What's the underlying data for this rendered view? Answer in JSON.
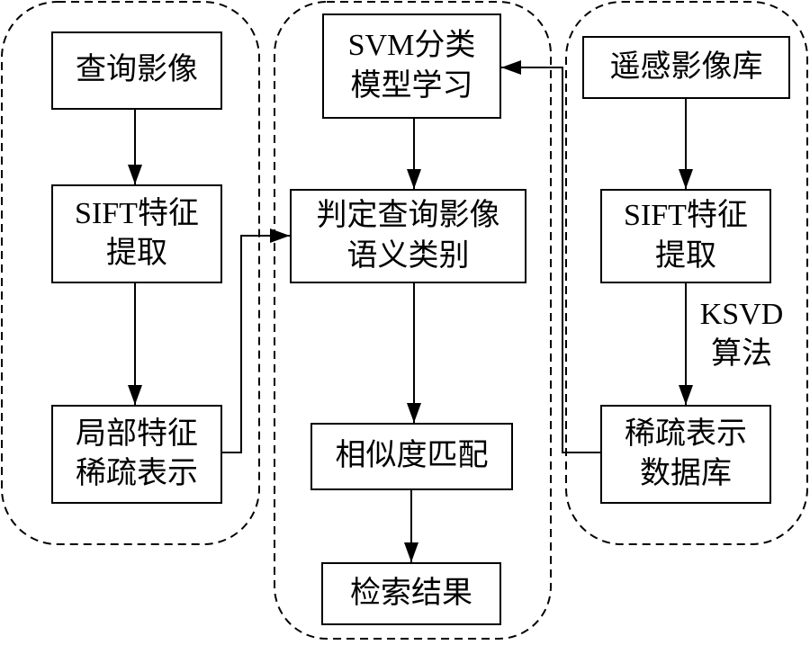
{
  "diagram": {
    "colors": {
      "stroke": "#000000",
      "background": "#ffffff"
    },
    "left": {
      "query_image": "查询影像",
      "sift_l1": "SIFT特征",
      "sift_l2": "提取",
      "local_l1": "局部特征",
      "local_l2": "稀疏表示"
    },
    "middle": {
      "svm_l1": "SVM分类",
      "svm_l2": "模型学习",
      "judge_l1": "判定查询影像",
      "judge_l2": "语义类别",
      "match": "相似度匹配",
      "result": "检索结果"
    },
    "right": {
      "library": "遥感影像库",
      "sift_l1": "SIFT特征",
      "sift_l2": "提取",
      "db_l1": "稀疏表示",
      "db_l2": "数据库",
      "edge_label_l1": "KSVD",
      "edge_label_l2": "算法"
    }
  }
}
